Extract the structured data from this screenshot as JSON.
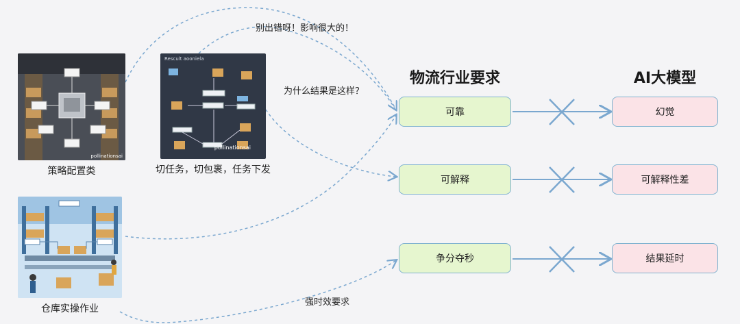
{
  "captions": {
    "strategy": "策略配置类",
    "task": "切任务，切包裹，任务下发",
    "warehouse": "仓库实操作业"
  },
  "thumb_text": {
    "task_title": "Rescult aooniela",
    "watermark": "pollinationsai"
  },
  "annotations": {
    "warning": "别出错呀！影响很大的！",
    "question": "为什么结果是这样？",
    "timing": "强时效要求"
  },
  "columns": {
    "left_header": "物流行业要求",
    "right_header": "AI大模型"
  },
  "rows": [
    {
      "requirement": "可靠",
      "ai": "幻觉"
    },
    {
      "requirement": "可解释",
      "ai": "可解释性差"
    },
    {
      "requirement": "争分夺秒",
      "ai": "结果延时"
    }
  ],
  "colors": {
    "link": "#7aa7cf",
    "green_box": "#e6f6cf",
    "pink_box": "#fbe3e7",
    "cross": "#7aa7cf"
  }
}
